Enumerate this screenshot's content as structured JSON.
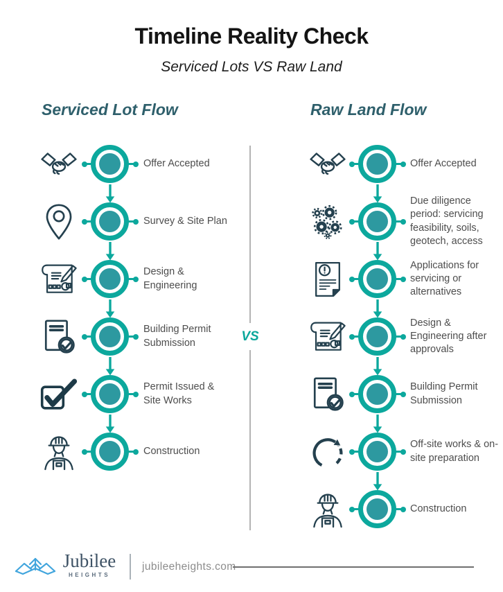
{
  "header": {
    "title": "Timeline Reality Check",
    "subtitle": "Serviced Lots VS Raw Land"
  },
  "divider": {
    "vs_label": "VS"
  },
  "columns": [
    {
      "title": "Serviced Lot Flow",
      "steps": [
        {
          "icon": "handshake-icon",
          "label": "Offer Accepted"
        },
        {
          "icon": "location-pin-icon",
          "label": "Survey & Site Plan"
        },
        {
          "icon": "blueprint-icon",
          "label": "Design & Engineering"
        },
        {
          "icon": "document-check-icon",
          "label": "Building Permit Submission"
        },
        {
          "icon": "checkbox-check-icon",
          "label": "Permit Issued & Site Works"
        },
        {
          "icon": "worker-icon",
          "label": "Construction"
        }
      ]
    },
    {
      "title": "Raw Land Flow",
      "steps": [
        {
          "icon": "handshake-icon",
          "label": "Offer Accepted"
        },
        {
          "icon": "gears-icon",
          "label": "Due diligence period: servicing feasibility, soils, geotech, access"
        },
        {
          "icon": "document-alert-icon",
          "label": "Applications for servicing or alternatives"
        },
        {
          "icon": "blueprint-icon",
          "label": "Design & Engineering after approvals"
        },
        {
          "icon": "document-check-icon",
          "label": "Building Permit Submission"
        },
        {
          "icon": "cycle-arrow-icon",
          "label": "Off-site works & on-site preparation"
        },
        {
          "icon": "worker-icon",
          "label": "Construction"
        }
      ]
    }
  ],
  "footer": {
    "logo_icon": "mountain-logo-icon",
    "brand_name": "Jubilee",
    "brand_sub": "HEIGHTS",
    "website": "jubileeheights.com"
  },
  "colors": {
    "accent_ring": "#0ca89d",
    "node_fill": "#2d99a0",
    "heading_teal": "#2e5f6b",
    "vs_teal": "#0aa79b",
    "label_text": "#4d4d4d",
    "icon_stroke": "#24404e",
    "divider_gray": "#b3b3b3",
    "logo_blue": "#41a5dd",
    "brand_text": "#3e5265",
    "url_gray": "#8c8c8c"
  }
}
